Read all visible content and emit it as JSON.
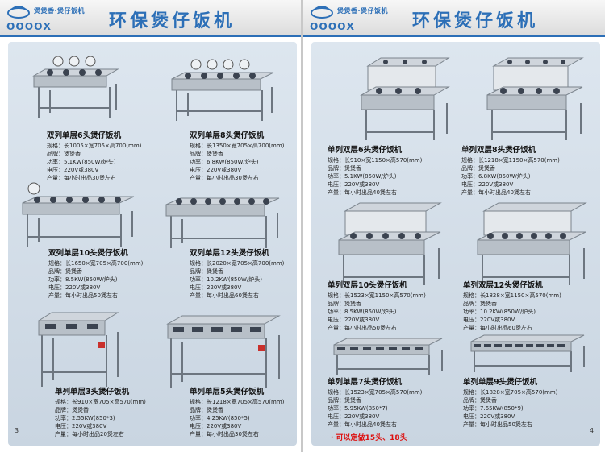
{
  "header": {
    "tagline": "煲煲香·煲仔饭机",
    "brand": "oooox",
    "title": "环保煲仔饭机"
  },
  "spec_labels": {
    "size": "规格：",
    "brand": "品牌：",
    "power": "功率：",
    "voltage": "电压：",
    "output": "产量："
  },
  "left_page": {
    "page_number": "3",
    "products": [
      {
        "name": "双列单层6头煲仔饭机",
        "size": "长1005×宽705×高700(mm)",
        "brand": "煲煲香",
        "power": "5.1KW(850W/炉头)",
        "voltage": "220V或380V",
        "output": "每小时出品30煲左右"
      },
      {
        "name": "双列单层8头煲仔饭机",
        "size": "长1350×宽705×高700(mm)",
        "brand": "煲煲香",
        "power": "6.8KW(850W/炉头)",
        "voltage": "220V或380V",
        "output": "每小时出品30煲左右"
      },
      {
        "name": "双列单层10头煲仔饭机",
        "size": "长1650×宽705×高700(mm)",
        "brand": "煲煲香",
        "power": "8.5KW(850W/炉头)",
        "voltage": "220V或380V",
        "output": "每小时出品50煲左右"
      },
      {
        "name": "双列单层12头煲仔饭机",
        "size": "长2020×宽705×高700(mm)",
        "brand": "煲煲香",
        "power": "10.2KW(850W/炉头)",
        "voltage": "220V或380V",
        "output": "每小时出品60煲左右"
      },
      {
        "name": "单列单层3头煲仔饭机",
        "size": "长910×宽705×高570(mm)",
        "brand": "煲煲香",
        "power": "2.55KW(850*3)",
        "voltage": "220V或380V",
        "output": "每小时出品20煲左右"
      },
      {
        "name": "单列单层5头煲仔饭机",
        "size": "长1218×宽705×高570(mm)",
        "brand": "煲煲香",
        "power": "4.25KW(850*5)",
        "voltage": "220V或380V",
        "output": "每小时出品30煲左右"
      }
    ]
  },
  "right_page": {
    "page_number": "4",
    "note": "· 可以定做15头、18头",
    "products": [
      {
        "name": "单列双层6头煲仔饭机",
        "size": "长910×宽1150×高570(mm)",
        "brand": "煲煲香",
        "power": "5.1KW(850W/炉头)",
        "voltage": "220V或380V",
        "output": "每小时出品40煲左右"
      },
      {
        "name": "单列双层8头煲仔饭机",
        "size": "长1218×宽1150×高570(mm)",
        "brand": "煲煲香",
        "power": "6.8KW(850W/炉头)",
        "voltage": "220V或380V",
        "output": "每小时出品40煲左右"
      },
      {
        "name": "单列双层10头煲仔饭机",
        "size": "长1523×宽1150×高570(mm)",
        "brand": "煲煲香",
        "power": "8.5KW(850W/炉头)",
        "voltage": "220V或380V",
        "output": "每小时出品50煲左右"
      },
      {
        "name": "单列双层12头煲仔饭机",
        "size": "长1828×宽1150×高570(mm)",
        "brand": "煲煲香",
        "power": "10.2KW(850W/炉头)",
        "voltage": "220V或380V",
        "output": "每小时出品60煲左右"
      },
      {
        "name": "单列单层7头煲仔饭机",
        "size": "长1523×宽705×高570(mm)",
        "brand": "煲煲香",
        "power": "5.95KW(850*7)",
        "voltage": "220V或380V",
        "output": "每小时出品40煲左右"
      },
      {
        "name": "单列单层9头煲仔饭机",
        "size": "长1828×宽705×高570(mm)",
        "brand": "煲煲香",
        "power": "7.65KW(850*9)",
        "voltage": "220V或380V",
        "output": "每小时出品50煲左右"
      }
    ]
  }
}
